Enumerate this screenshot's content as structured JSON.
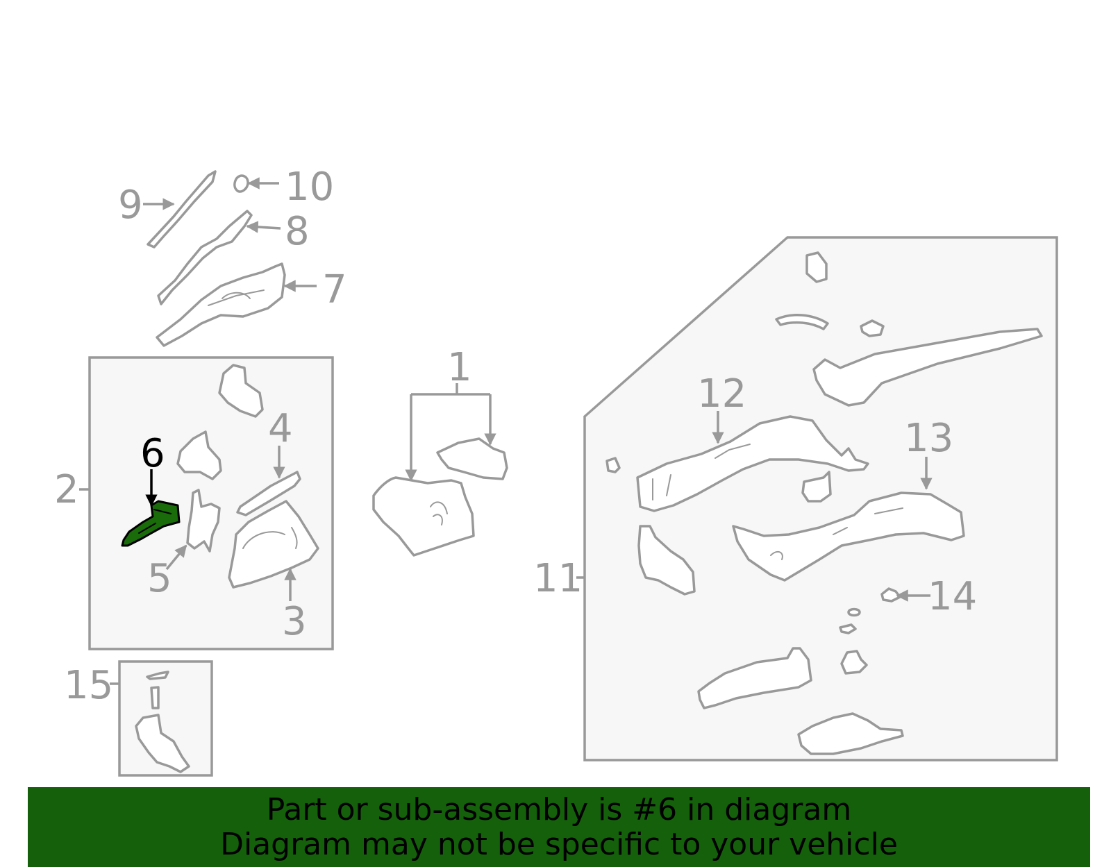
{
  "diagram": {
    "highlighted_part": "6",
    "colors": {
      "highlight_fill": "#1a6b0a",
      "banner_background": "#14600b",
      "line_gray": "#999999",
      "panel_fill": "#f7f7f7"
    },
    "callouts": {
      "c1": "1",
      "c2": "2",
      "c3": "3",
      "c4": "4",
      "c5": "5",
      "c6": "6",
      "c7": "7",
      "c8": "8",
      "c9": "9",
      "c10": "10",
      "c11": "11",
      "c12": "12",
      "c13": "13",
      "c14": "14",
      "c15": "15"
    }
  },
  "banner": {
    "line1": "Part or sub-assembly is #6 in diagram",
    "line2": "Diagram may not be specific to your vehicle"
  }
}
